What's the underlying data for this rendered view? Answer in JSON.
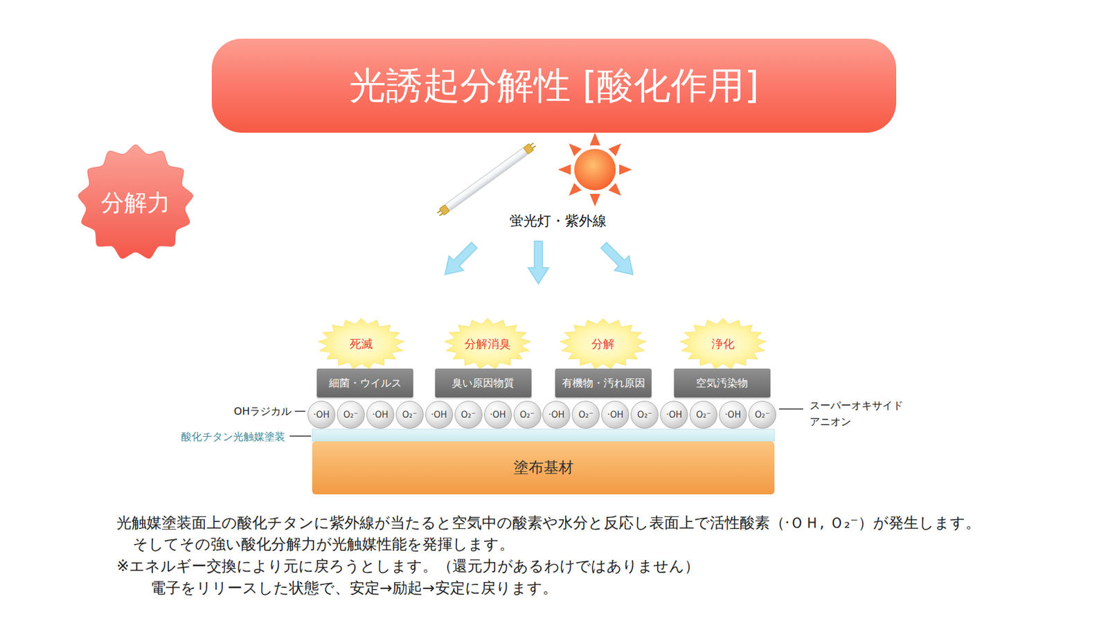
{
  "diagram": {
    "title": "光誘起分解性 [酸化作用]",
    "nodes": [
      {
        "text": [
          "分解力"
        ]
      },
      {
        "text": [
          "死滅"
        ]
      },
      {
        "text": [
          "分解消臭"
        ]
      },
      {
        "text": [
          "分解"
        ]
      },
      {
        "text": [
          "浄化"
        ]
      },
      {
        "text": [
          "細菌・ウイルス"
        ]
      },
      {
        "text": [
          "臭い原因物質"
        ]
      },
      {
        "text": [
          "有機物・汚れ原因"
        ]
      },
      {
        "text": [
          "空気汚染物"
        ]
      },
      {
        "text": [
          "·OH"
        ]
      },
      {
        "text": [
          "O₂⁻"
        ]
      },
      {
        "text": [
          "·OH"
        ]
      },
      {
        "text": [
          "O₂⁻"
        ]
      },
      {
        "text": [
          "·OH"
        ]
      },
      {
        "text": [
          "O₂⁻"
        ]
      },
      {
        "text": [
          "·OH"
        ]
      },
      {
        "text": [
          "O₂⁻"
        ]
      },
      {
        "text": [
          "·OH"
        ]
      },
      {
        "text": [
          "O₂⁻"
        ]
      },
      {
        "text": [
          "·OH"
        ]
      },
      {
        "text": [
          "O₂⁻"
        ]
      },
      {
        "text": [
          "·OH"
        ]
      },
      {
        "text": [
          "O₂⁻"
        ]
      },
      {
        "text": [
          "·OH"
        ]
      },
      {
        "text": [
          "O₂⁻"
        ]
      },
      {
        "text": [
          "塗布基材"
        ]
      }
    ],
    "labels": [
      "蛍光灯・紫外線",
      "OHラジカル",
      "スーパーオキサイド アニオン",
      "酸化チタン光触媒塗装",
      "光触媒塗装面上の酸化チタンに紫外線が当たると空気中の酸素や水分と反応し表面上で活性酸素（·ＯＨ, Ｏ₂⁻）が発生します。",
      "そしてその強い酸化分解力が光触媒性能を発揮します。",
      "※エネルギー交換により元に戻ろうとします。（還元力があるわけではありません）",
      "電子をリリースした状態で、安定→励起→安定に戻ります。"
    ]
  }
}
